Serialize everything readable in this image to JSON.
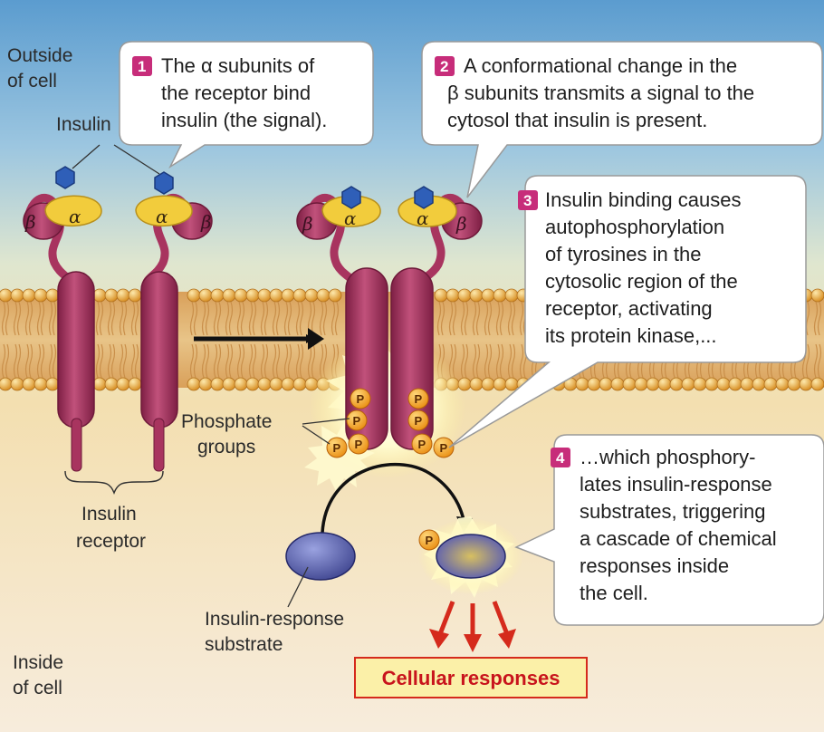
{
  "labels": {
    "outside_cell_1": "Outside",
    "outside_cell_2": "of cell",
    "insulin": "Insulin",
    "inside_cell_1": "Inside",
    "inside_cell_2": "of cell",
    "phosphate_1": "Phosphate",
    "phosphate_2": "groups",
    "receptor_1": "Insulin",
    "receptor_2": "receptor",
    "substrate_1": "Insulin-response",
    "substrate_2": "substrate",
    "alpha": "α",
    "beta": "β",
    "p": "P"
  },
  "steps": [
    {
      "num": "1",
      "lines": [
        "The α subunits of",
        "the receptor bind",
        "insulin (the signal)."
      ]
    },
    {
      "num": "2",
      "lines": [
        "A conformational change in the",
        "β subunits transmits a signal to the",
        "cytosol that insulin is present."
      ]
    },
    {
      "num": "3",
      "lines": [
        "Insulin binding causes",
        "autophosphorylation",
        "of tyrosines in the",
        "cytosolic region of the",
        "receptor, activating",
        "its protein kinase,..."
      ]
    },
    {
      "num": "4",
      "lines": [
        "…which phosphory-",
        "lates insulin-response",
        "substrates, triggering",
        "a cascade of chemical",
        "responses inside",
        "the cell."
      ]
    }
  ],
  "result": "Cellular responses",
  "colors": {
    "step_badge": "#c72d7a",
    "receptor": "#a8345f",
    "alpha": "#f2cc3c",
    "insulin": "#2f5fb8",
    "phosphate": "#f2a21a",
    "substrate": "#4a4f9e",
    "arrow_red": "#d52a1c"
  }
}
